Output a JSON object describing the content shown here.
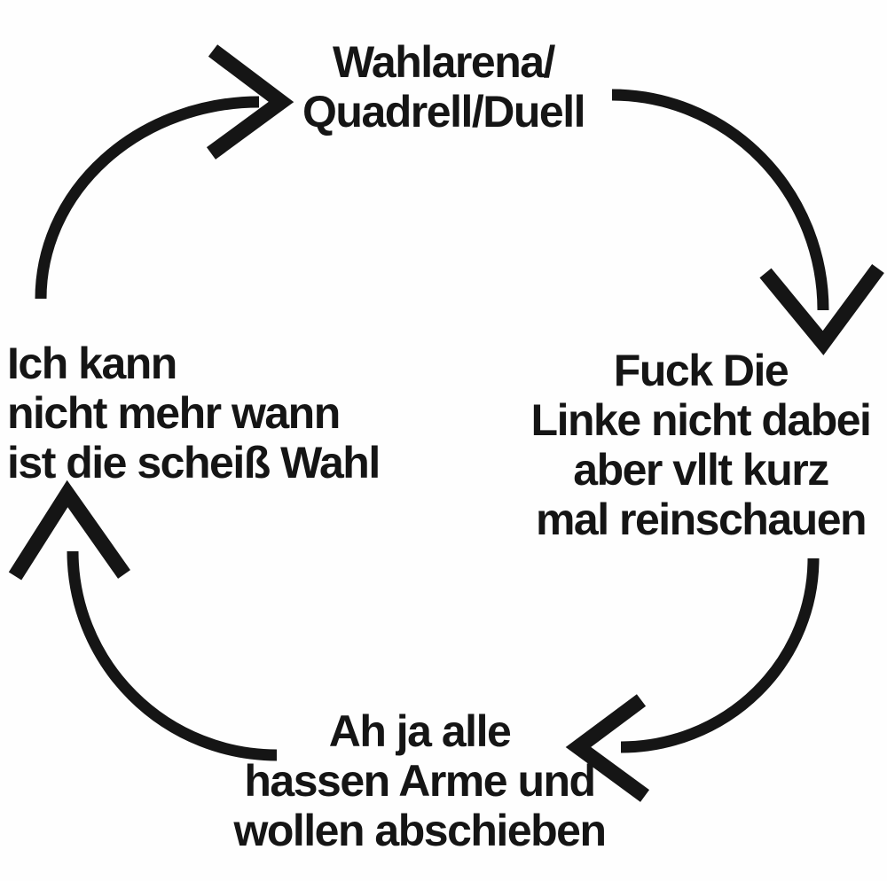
{
  "diagram": {
    "type": "cycle",
    "background": "#fefefe",
    "ink": "#151515",
    "nodes": {
      "top": {
        "lines": [
          "Wahlarena/",
          "Quadrell/Duell"
        ]
      },
      "right": {
        "lines": [
          "Fuck Die",
          "Linke nicht dabei",
          "aber vllt kurz",
          "mal reinschauen"
        ]
      },
      "bottom": {
        "lines": [
          "Ah ja alle",
          "hassen Arme und",
          "wollen abschieben"
        ]
      },
      "left": {
        "lines": [
          "Ich kann",
          "nicht mehr wann",
          "ist die scheiß Wahl"
        ]
      }
    },
    "arrows": [
      {
        "icon": "curved-arrow-icon",
        "from": "left",
        "to": "top",
        "direction": "points-right"
      },
      {
        "icon": "curved-arrow-icon",
        "from": "top",
        "to": "right",
        "direction": "points-down"
      },
      {
        "icon": "curved-arrow-icon",
        "from": "right",
        "to": "bottom",
        "direction": "points-left"
      },
      {
        "icon": "curved-arrow-icon",
        "from": "bottom",
        "to": "left",
        "direction": "points-up"
      }
    ]
  }
}
